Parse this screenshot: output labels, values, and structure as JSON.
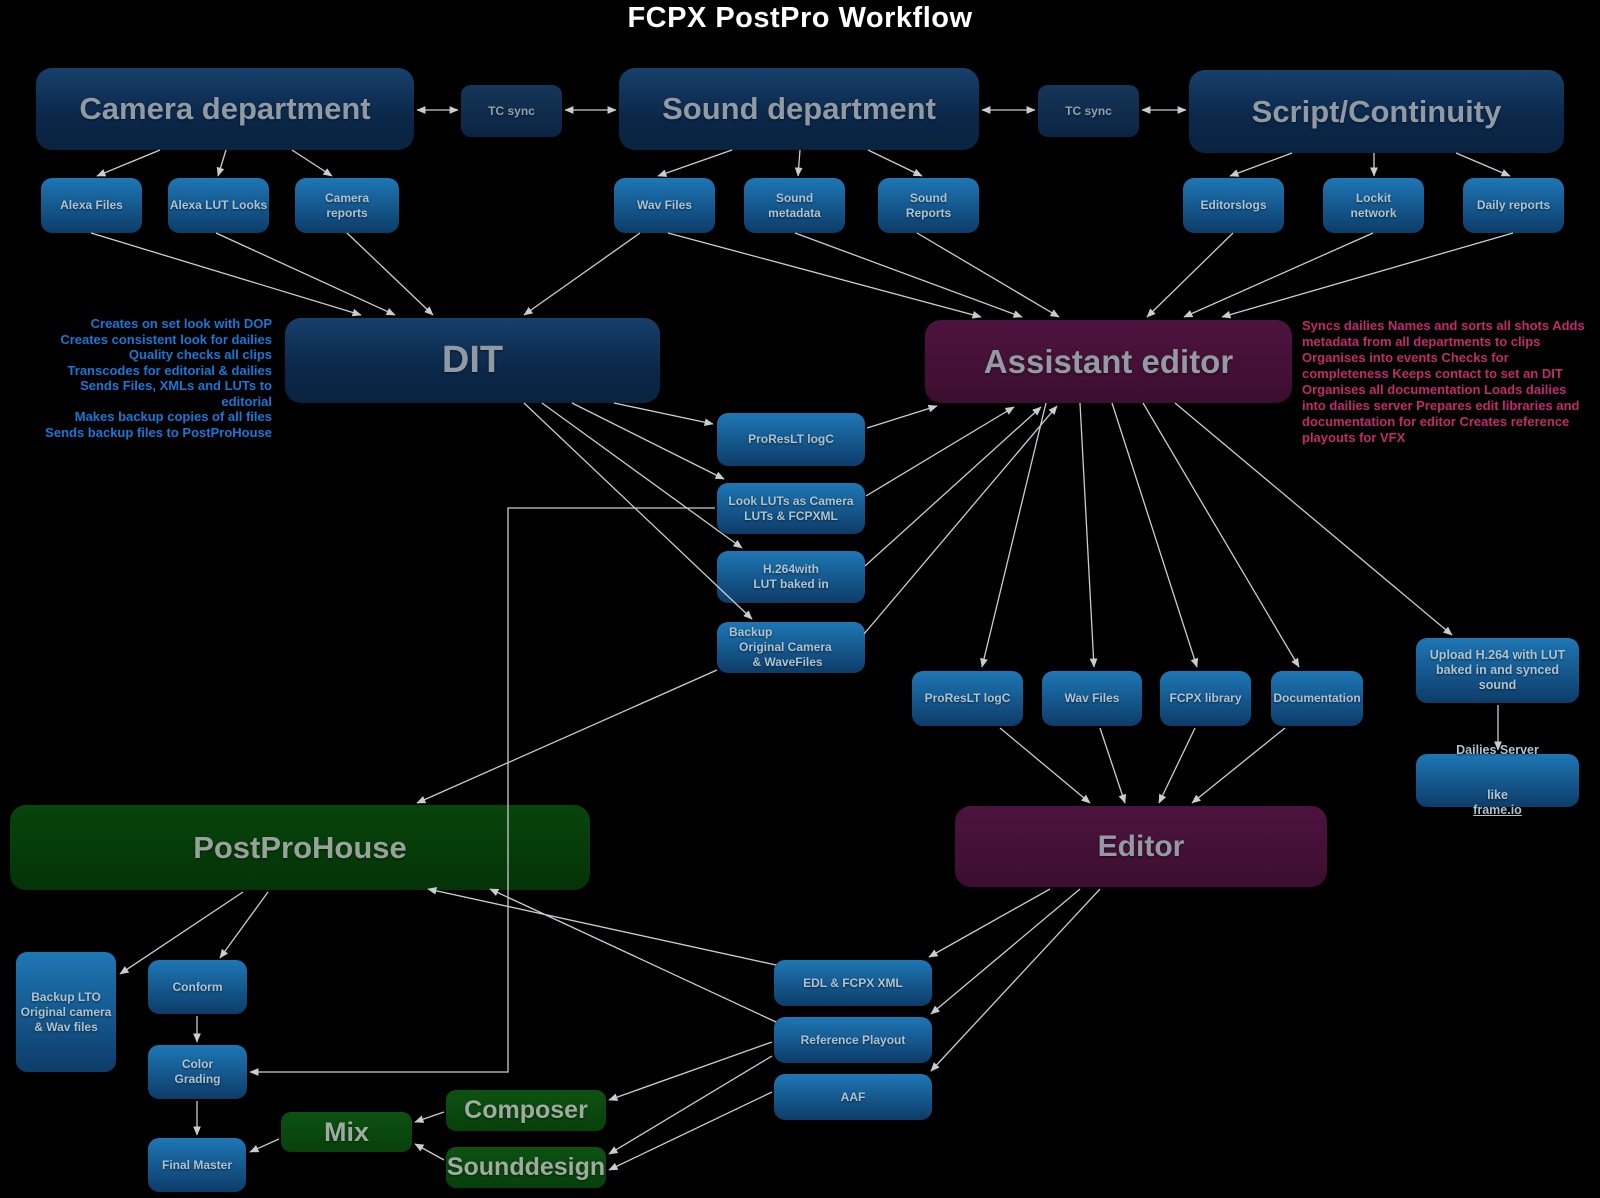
{
  "title": "FCPX PostPro Workflow",
  "colors": {
    "background": "#000000",
    "department_box": "#0d2b4e",
    "doc_box_blue": "#15659f",
    "role_box_purple": "#47123a",
    "house_box_green": "#05400a",
    "audio_box_green": "#0a4a0e",
    "dit_tasks_text": "#1878d8",
    "assistant_tasks_text": "#c22a6e",
    "arrow": "#c9cdd1"
  },
  "nodes": {
    "camera_department": "Camera department",
    "tc_sync_1": "TC sync",
    "sound_department": "Sound department",
    "tc_sync_2": "TC sync",
    "script_continuity": "Script/Continuity",
    "alexa_files": "Alexa Files",
    "alexa_lut_looks": "Alexa LUT Looks",
    "camera_reports": [
      "Camera",
      "reports"
    ],
    "wav_files": "Wav Files",
    "sound_metadata": [
      "Sound",
      "metadata"
    ],
    "sound_reports": [
      "Sound",
      "Reports"
    ],
    "editorslogs": "Editorslogs",
    "lockit_network": [
      "Lockit",
      "network"
    ],
    "daily_reports": "Daily reports",
    "dit": "DIT",
    "assistant_editor": "Assistant editor",
    "proreslt_logc": "ProResLT logC",
    "look_luts": [
      "Look LUTs as Camera",
      "LUTs & FCPXML"
    ],
    "h264_lut": [
      "H.264with",
      "LUT baked in"
    ],
    "backup_original": [
      "Backup",
      "   Original Camera",
      "       & WaveFiles"
    ],
    "proreslt_logc_2": "ProResLT logC",
    "wav_files_2": "Wav Files",
    "fcpx_library": "FCPX library",
    "documentation": "Documentation",
    "upload_h264": [
      "Upload H.264 with LUT",
      "baked in and synced sound"
    ],
    "dailies_server_line1": "Dailies Server",
    "dailies_server_prefix": "like ",
    "dailies_server_link": "frame.io",
    "postprohouse": "PostProHouse",
    "editor": "Editor",
    "backup_lto": [
      "Backup LTO",
      "Original camera",
      "& Wav files"
    ],
    "conform": "Conform",
    "color_grading": [
      "Color",
      "Grading"
    ],
    "final_master": "Final Master",
    "edl_fcpx_xml": "EDL & FCPX XML",
    "reference_playout": "Reference Playout",
    "aaf": "AAF",
    "composer": "Composer",
    "mix": "Mix",
    "sounddesign": "Sounddesign"
  },
  "dit_tasks": [
    "Creates on set look with DOP",
    "Creates consistent look for dailies",
    "Quality checks all clips",
    "Transcodes for editorial & dailies",
    "Sends Files, XMLs and LUTs to editorial",
    "Makes backup copies of all files",
    "Sends backup files to PostProHouse"
  ],
  "assistant_tasks": [
    "Syncs dailies",
    "Names and sorts all shots",
    "Adds metadata from all departments to clips",
    "Organises into events",
    "Checks for completeness",
    "Keeps contact to set an DIT",
    "Organises all documentation",
    "Loads dailies into dailies server",
    "Prepares edit libraries and documentation for editor",
    "Creates reference playouts for VFX"
  ]
}
